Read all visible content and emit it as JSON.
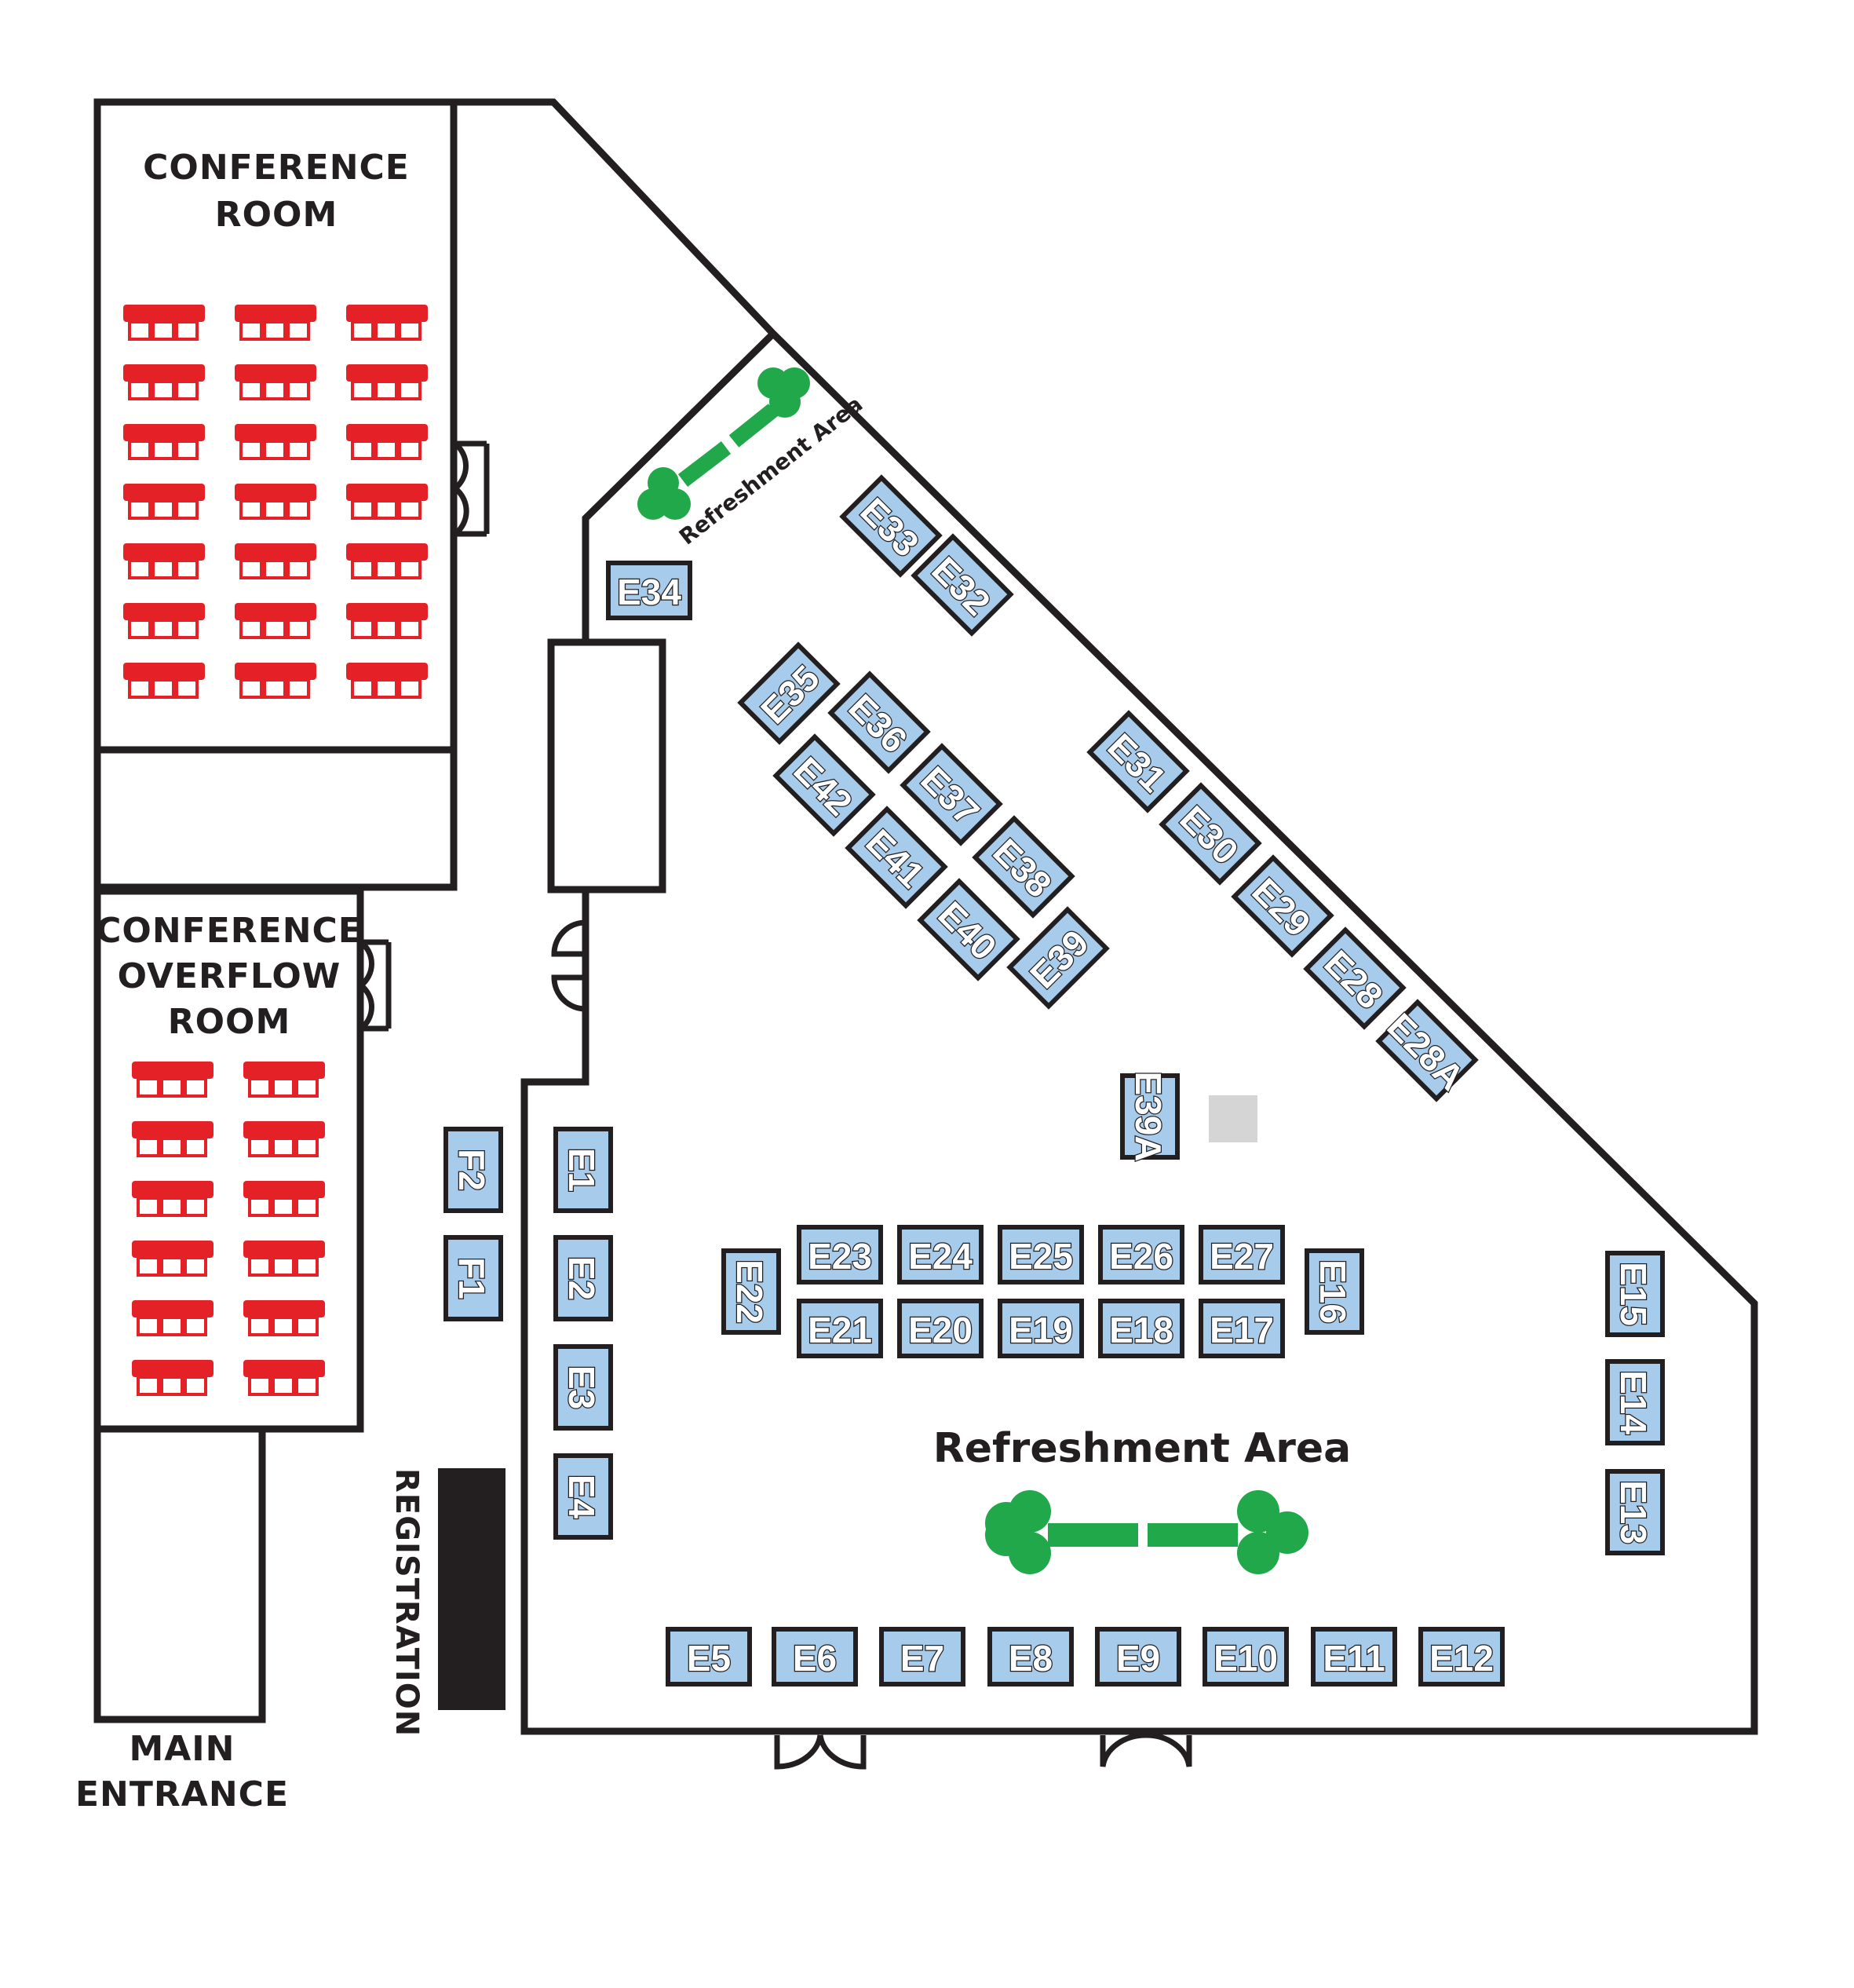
{
  "map": {
    "rooms": {
      "conference_room": [
        "CONFERENCE",
        "ROOM"
      ],
      "overflow_room": [
        "CONFERENCE",
        "OVERFLOW",
        "ROOM"
      ],
      "main_entrance": [
        "MAIN",
        "ENTRANCE"
      ],
      "registration": "REGISTRATION"
    },
    "refreshment_areas": {
      "main": "Refreshment Area",
      "corner": "Refreshment Area"
    },
    "booths": {
      "e1": "E1",
      "e2": "E2",
      "e3": "E3",
      "e4": "E4",
      "e5": "E5",
      "e6": "E6",
      "e7": "E7",
      "e8": "E8",
      "e9": "E9",
      "e10": "E10",
      "e11": "E11",
      "e12": "E12",
      "e13": "E13",
      "e14": "E14",
      "e15": "E15",
      "e16": "E16",
      "e17": "E17",
      "e18": "E18",
      "e19": "E19",
      "e20": "E20",
      "e21": "E21",
      "e22": "E22",
      "e23": "E23",
      "e24": "E24",
      "e25": "E25",
      "e26": "E26",
      "e27": "E27",
      "e28": "E28",
      "e28a": "E28A",
      "e29": "E29",
      "e30": "E30",
      "e31": "E31",
      "e32": "E32",
      "e33": "E33",
      "e34": "E34",
      "e35": "E35",
      "e36": "E36",
      "e37": "E37",
      "e38": "E38",
      "e39": "E39",
      "e39a": "E39A",
      "e40": "E40",
      "e41": "E41",
      "e42": "E42",
      "f1": "F1",
      "f2": "F2"
    },
    "colors": {
      "wall": "#231f20",
      "booth_fill": "#a7cbea",
      "seating": "#e42127",
      "refreshment": "#21a84a",
      "column": "#d5d5d5",
      "registration_desk": "#231f20"
    },
    "icons": {
      "seating": "theater-seat-icon",
      "refreshment": "refreshment-table-icon",
      "door": "door-swing-icon"
    }
  }
}
